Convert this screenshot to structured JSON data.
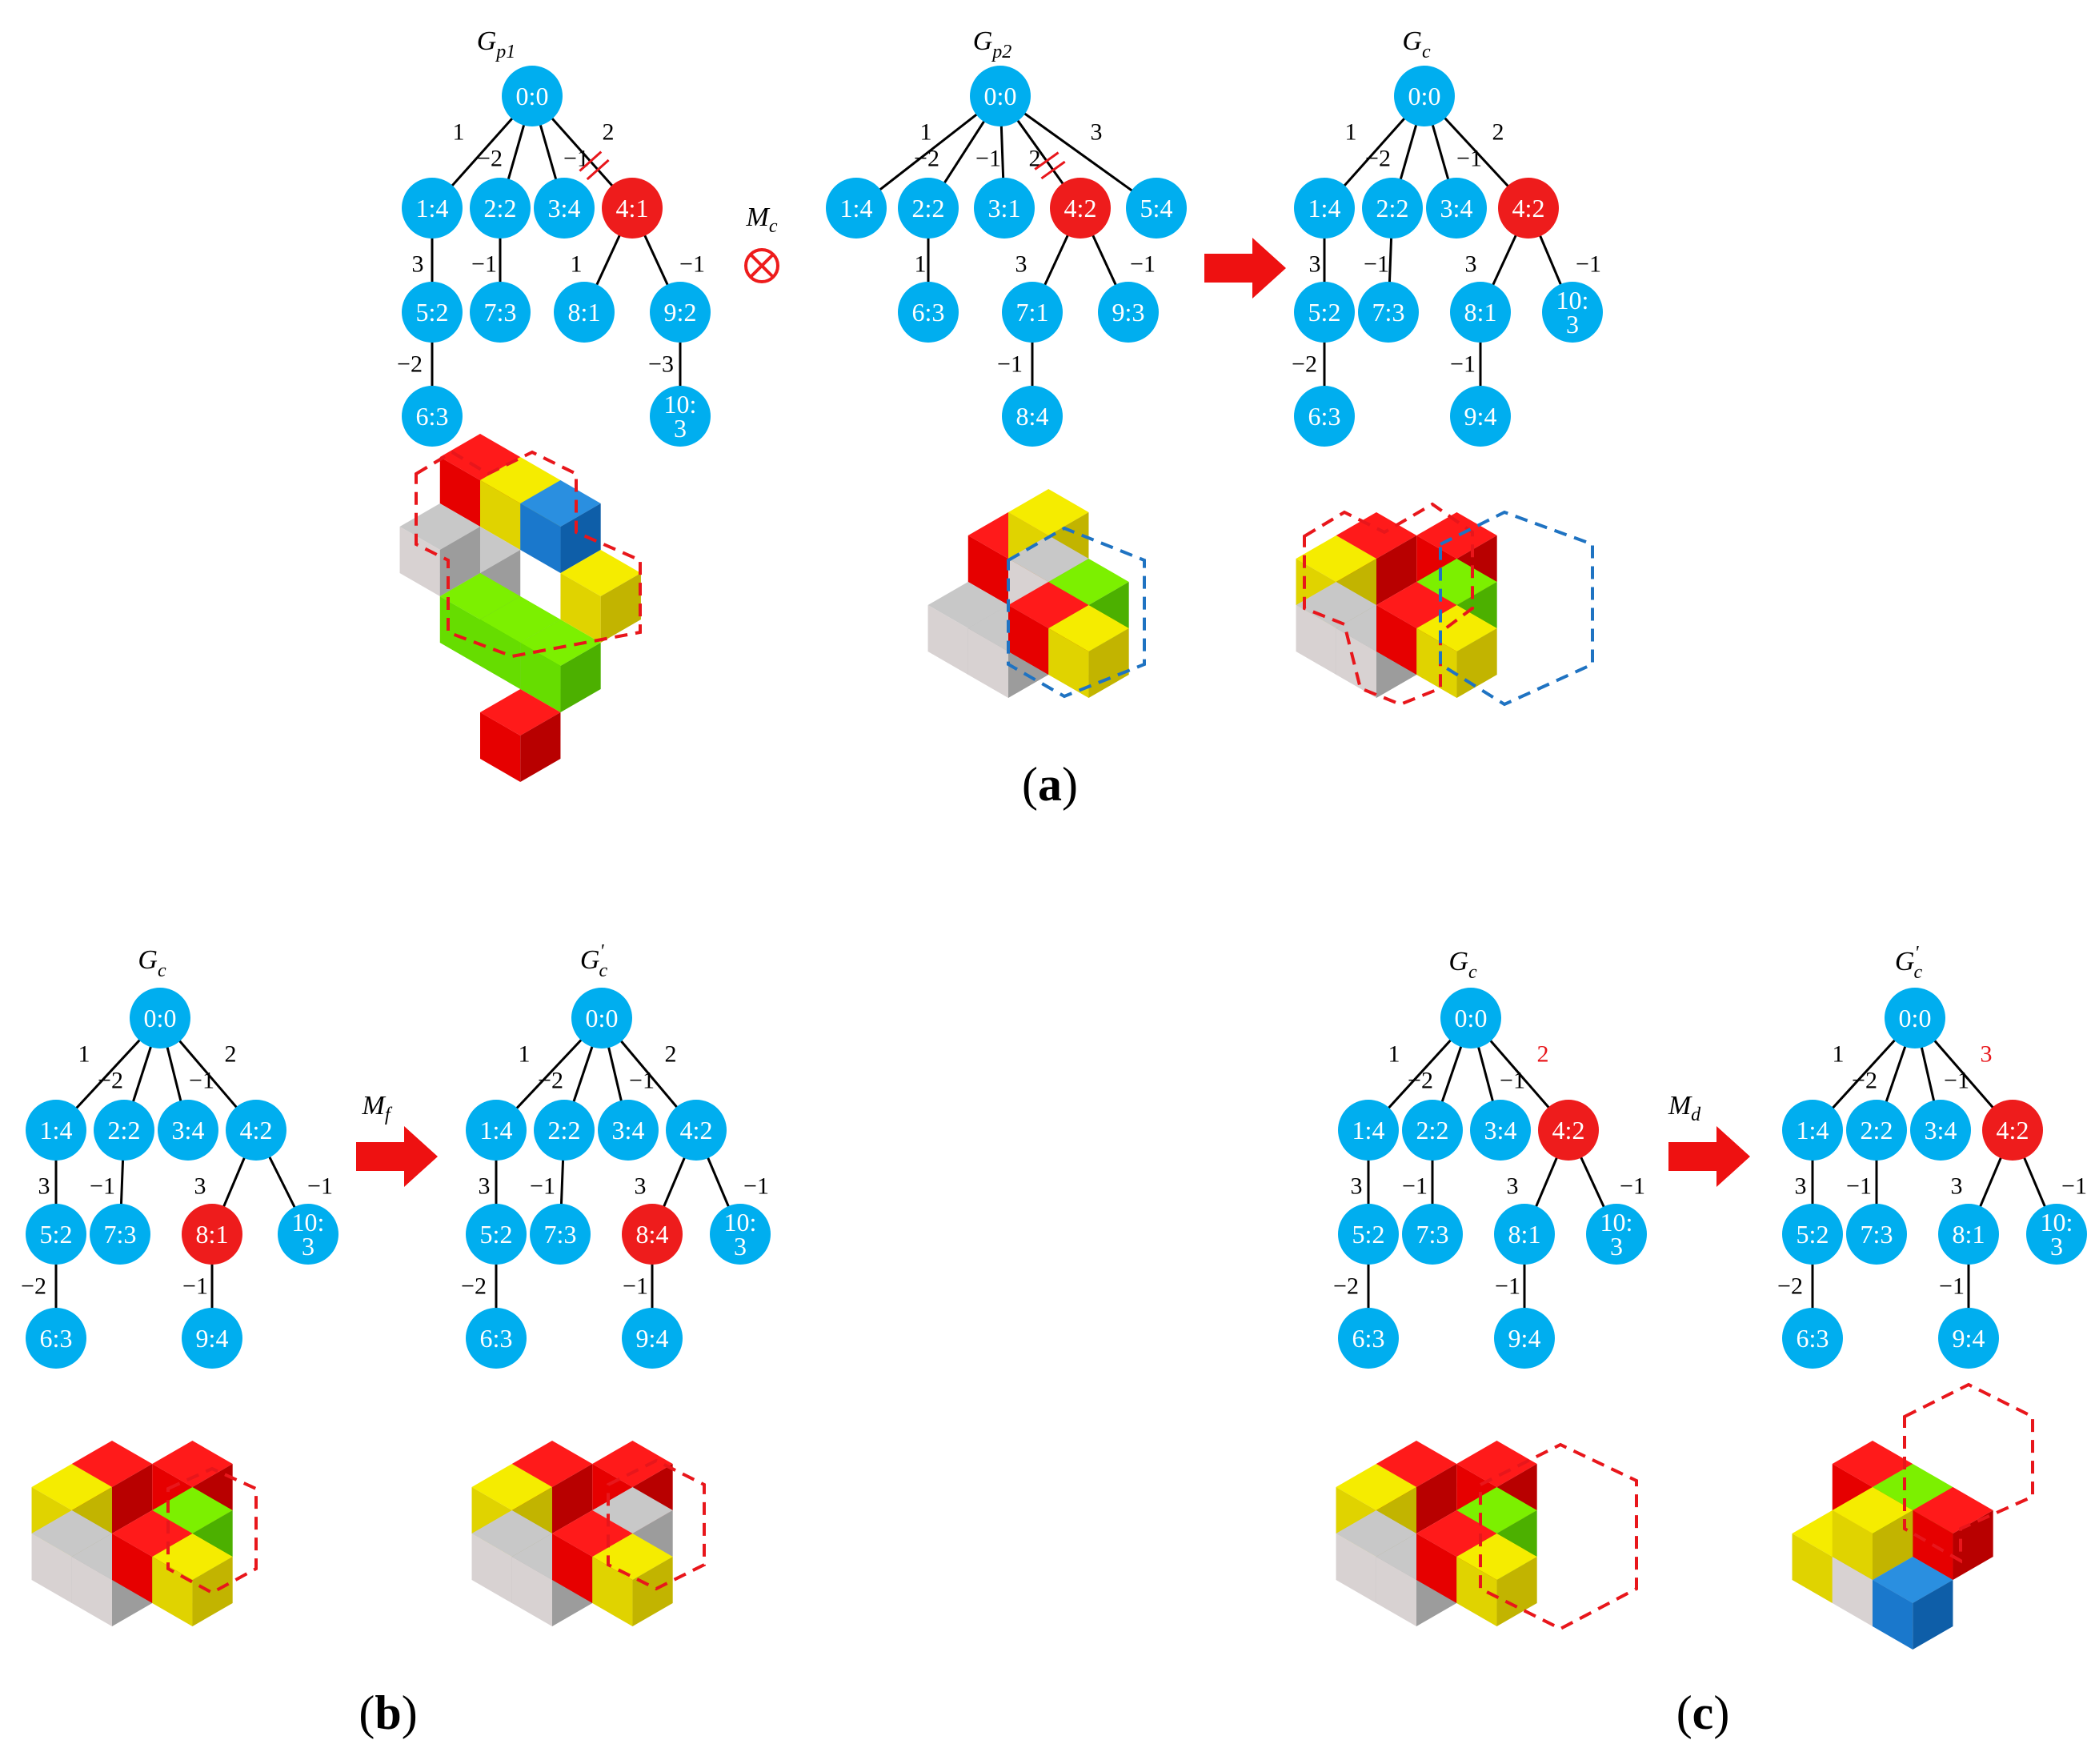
{
  "colors": {
    "node_blue": "#00aeef",
    "node_red": "#ee1c1c",
    "arrow_red": "#ee1111",
    "cube_red": [
      "#ff1a1a",
      "#e60000",
      "#b80000"
    ],
    "cube_yellow": [
      "#f5ec00",
      "#e0d300",
      "#c2b400"
    ],
    "cube_gray": [
      "#c8c8c8",
      "#d8d2d2",
      "#9c9c9c"
    ],
    "cube_green": [
      "#7cf000",
      "#66dd00",
      "#4cb000"
    ],
    "cube_blue": [
      "#2a8fe0",
      "#1a78cc",
      "#0e5ea8"
    ]
  },
  "panels": [
    {
      "label": "a"
    },
    {
      "label": "b"
    },
    {
      "label": "c"
    }
  ],
  "operators": [
    {
      "label": "M",
      "sub": "c",
      "icon": "crossover-icon"
    },
    {
      "label": "M",
      "sub": "f",
      "icon": "right-arrow-icon"
    },
    {
      "label": "M",
      "sub": "d",
      "icon": "right-arrow-icon"
    }
  ],
  "trees": [
    {
      "title": "G",
      "sub": "p1",
      "prime": "",
      "nodes": [
        {
          "id": "0",
          "label": "0:0",
          "color": "blue"
        },
        {
          "id": "1",
          "label": "1:4",
          "color": "blue"
        },
        {
          "id": "2",
          "label": "2:2",
          "color": "blue"
        },
        {
          "id": "3",
          "label": "3:4",
          "color": "blue"
        },
        {
          "id": "4",
          "label": "4:1",
          "color": "red"
        },
        {
          "id": "5",
          "label": "5:2",
          "color": "blue"
        },
        {
          "id": "7",
          "label": "7:3",
          "color": "blue"
        },
        {
          "id": "8",
          "label": "8:1",
          "color": "blue"
        },
        {
          "id": "9",
          "label": "9:2",
          "color": "blue"
        },
        {
          "id": "6",
          "label": "6:3",
          "color": "blue"
        },
        {
          "id": "10",
          "label": [
            "10:",
            "3"
          ],
          "color": "blue"
        }
      ],
      "edges": [
        {
          "from": "0",
          "to": "1",
          "label": "1"
        },
        {
          "from": "0",
          "to": "2",
          "label": "−2"
        },
        {
          "from": "0",
          "to": "3",
          "label": "−1"
        },
        {
          "from": "0",
          "to": "4",
          "label": "2",
          "cut": true
        },
        {
          "from": "1",
          "to": "5",
          "label": "3"
        },
        {
          "from": "2",
          "to": "7",
          "label": "−1"
        },
        {
          "from": "4",
          "to": "8",
          "label": "1"
        },
        {
          "from": "4",
          "to": "9",
          "label": "−1"
        },
        {
          "from": "5",
          "to": "6",
          "label": "−2"
        },
        {
          "from": "9",
          "to": "10",
          "label": "−3"
        }
      ]
    },
    {
      "title": "G",
      "sub": "p2",
      "prime": "",
      "nodes": [
        {
          "id": "0",
          "label": "0:0",
          "color": "blue"
        },
        {
          "id": "1",
          "label": "1:4",
          "color": "blue"
        },
        {
          "id": "2",
          "label": "2:2",
          "color": "blue"
        },
        {
          "id": "3",
          "label": "3:1",
          "color": "blue"
        },
        {
          "id": "4",
          "label": "4:2",
          "color": "red"
        },
        {
          "id": "5",
          "label": "5:4",
          "color": "blue"
        },
        {
          "id": "6",
          "label": "6:3",
          "color": "blue"
        },
        {
          "id": "7",
          "label": "7:1",
          "color": "blue"
        },
        {
          "id": "9",
          "label": "9:3",
          "color": "blue"
        },
        {
          "id": "8",
          "label": "8:4",
          "color": "blue"
        }
      ],
      "edges": [
        {
          "from": "0",
          "to": "1",
          "label": "1"
        },
        {
          "from": "0",
          "to": "2",
          "label": "−2"
        },
        {
          "from": "0",
          "to": "3",
          "label": "−1"
        },
        {
          "from": "0",
          "to": "4",
          "label": "2",
          "cut": true
        },
        {
          "from": "0",
          "to": "5",
          "label": "3"
        },
        {
          "from": "2",
          "to": "6",
          "label": "1"
        },
        {
          "from": "4",
          "to": "7",
          "label": "3"
        },
        {
          "from": "4",
          "to": "9",
          "label": "−1"
        },
        {
          "from": "7",
          "to": "8",
          "label": "−1"
        }
      ]
    },
    {
      "title": "G",
      "sub": "c",
      "prime": "",
      "nodes": [
        {
          "id": "0",
          "label": "0:0",
          "color": "blue"
        },
        {
          "id": "1",
          "label": "1:4",
          "color": "blue"
        },
        {
          "id": "2",
          "label": "2:2",
          "color": "blue"
        },
        {
          "id": "3",
          "label": "3:4",
          "color": "blue"
        },
        {
          "id": "4",
          "label": "4:2",
          "color": "red"
        },
        {
          "id": "5",
          "label": "5:2",
          "color": "blue"
        },
        {
          "id": "7",
          "label": "7:3",
          "color": "blue"
        },
        {
          "id": "8",
          "label": "8:1",
          "color": "blue"
        },
        {
          "id": "10",
          "label": [
            "10:",
            "3"
          ],
          "color": "blue"
        },
        {
          "id": "6",
          "label": "6:3",
          "color": "blue"
        },
        {
          "id": "9",
          "label": "9:4",
          "color": "blue"
        }
      ],
      "edges": [
        {
          "from": "0",
          "to": "1",
          "label": "1"
        },
        {
          "from": "0",
          "to": "2",
          "label": "−2"
        },
        {
          "from": "0",
          "to": "3",
          "label": "−1"
        },
        {
          "from": "0",
          "to": "4",
          "label": "2"
        },
        {
          "from": "1",
          "to": "5",
          "label": "3"
        },
        {
          "from": "2",
          "to": "7",
          "label": "−1"
        },
        {
          "from": "4",
          "to": "8",
          "label": "3"
        },
        {
          "from": "4",
          "to": "10",
          "label": "−1"
        },
        {
          "from": "5",
          "to": "6",
          "label": "−2"
        },
        {
          "from": "8",
          "to": "9",
          "label": "−1"
        }
      ]
    },
    {
      "title": "G",
      "sub": "c",
      "prime": "",
      "nodes": [
        {
          "id": "0",
          "label": "0:0",
          "color": "blue"
        },
        {
          "id": "1",
          "label": "1:4",
          "color": "blue"
        },
        {
          "id": "2",
          "label": "2:2",
          "color": "blue"
        },
        {
          "id": "3",
          "label": "3:4",
          "color": "blue"
        },
        {
          "id": "4",
          "label": "4:2",
          "color": "blue"
        },
        {
          "id": "5",
          "label": "5:2",
          "color": "blue"
        },
        {
          "id": "7",
          "label": "7:3",
          "color": "blue"
        },
        {
          "id": "8",
          "label": "8:1",
          "color": "red"
        },
        {
          "id": "10",
          "label": [
            "10:",
            "3"
          ],
          "color": "blue"
        },
        {
          "id": "6",
          "label": "6:3",
          "color": "blue"
        },
        {
          "id": "9",
          "label": "9:4",
          "color": "blue"
        }
      ],
      "edges": [
        {
          "from": "0",
          "to": "1",
          "label": "1"
        },
        {
          "from": "0",
          "to": "2",
          "label": "−2"
        },
        {
          "from": "0",
          "to": "3",
          "label": "−1"
        },
        {
          "from": "0",
          "to": "4",
          "label": "2"
        },
        {
          "from": "1",
          "to": "5",
          "label": "3"
        },
        {
          "from": "2",
          "to": "7",
          "label": "−1"
        },
        {
          "from": "4",
          "to": "8",
          "label": "3"
        },
        {
          "from": "4",
          "to": "10",
          "label": "−1"
        },
        {
          "from": "5",
          "to": "6",
          "label": "−2"
        },
        {
          "from": "8",
          "to": "9",
          "label": "−1"
        }
      ]
    },
    {
      "title": "G",
      "sub": "c",
      "prime": "'",
      "nodes": [
        {
          "id": "0",
          "label": "0:0",
          "color": "blue"
        },
        {
          "id": "1",
          "label": "1:4",
          "color": "blue"
        },
        {
          "id": "2",
          "label": "2:2",
          "color": "blue"
        },
        {
          "id": "3",
          "label": "3:4",
          "color": "blue"
        },
        {
          "id": "4",
          "label": "4:2",
          "color": "blue"
        },
        {
          "id": "5",
          "label": "5:2",
          "color": "blue"
        },
        {
          "id": "7",
          "label": "7:3",
          "color": "blue"
        },
        {
          "id": "8",
          "label": "8:4",
          "color": "red"
        },
        {
          "id": "10",
          "label": [
            "10:",
            "3"
          ],
          "color": "blue"
        },
        {
          "id": "6",
          "label": "6:3",
          "color": "blue"
        },
        {
          "id": "9",
          "label": "9:4",
          "color": "blue"
        }
      ],
      "edges": [
        {
          "from": "0",
          "to": "1",
          "label": "1"
        },
        {
          "from": "0",
          "to": "2",
          "label": "−2"
        },
        {
          "from": "0",
          "to": "3",
          "label": "−1"
        },
        {
          "from": "0",
          "to": "4",
          "label": "2"
        },
        {
          "from": "1",
          "to": "5",
          "label": "3"
        },
        {
          "from": "2",
          "to": "7",
          "label": "−1"
        },
        {
          "from": "4",
          "to": "8",
          "label": "3"
        },
        {
          "from": "4",
          "to": "10",
          "label": "−1"
        },
        {
          "from": "5",
          "to": "6",
          "label": "−2"
        },
        {
          "from": "8",
          "to": "9",
          "label": "−1"
        }
      ]
    },
    {
      "title": "G",
      "sub": "c",
      "prime": "",
      "nodes": [
        {
          "id": "0",
          "label": "0:0",
          "color": "blue"
        },
        {
          "id": "1",
          "label": "1:4",
          "color": "blue"
        },
        {
          "id": "2",
          "label": "2:2",
          "color": "blue"
        },
        {
          "id": "3",
          "label": "3:4",
          "color": "blue"
        },
        {
          "id": "4",
          "label": "4:2",
          "color": "red"
        },
        {
          "id": "5",
          "label": "5:2",
          "color": "blue"
        },
        {
          "id": "7",
          "label": "7:3",
          "color": "blue"
        },
        {
          "id": "8",
          "label": "8:1",
          "color": "blue"
        },
        {
          "id": "10",
          "label": [
            "10:",
            "3"
          ],
          "color": "blue"
        },
        {
          "id": "6",
          "label": "6:3",
          "color": "blue"
        },
        {
          "id": "9",
          "label": "9:4",
          "color": "blue"
        }
      ],
      "edges": [
        {
          "from": "0",
          "to": "1",
          "label": "1"
        },
        {
          "from": "0",
          "to": "2",
          "label": "−2"
        },
        {
          "from": "0",
          "to": "3",
          "label": "−1"
        },
        {
          "from": "0",
          "to": "4",
          "label": "2",
          "highlight": true
        },
        {
          "from": "1",
          "to": "5",
          "label": "3"
        },
        {
          "from": "2",
          "to": "7",
          "label": "−1"
        },
        {
          "from": "4",
          "to": "8",
          "label": "3"
        },
        {
          "from": "4",
          "to": "10",
          "label": "−1"
        },
        {
          "from": "5",
          "to": "6",
          "label": "−2"
        },
        {
          "from": "8",
          "to": "9",
          "label": "−1"
        }
      ]
    },
    {
      "title": "G",
      "sub": "c",
      "prime": "'",
      "nodes": [
        {
          "id": "0",
          "label": "0:0",
          "color": "blue"
        },
        {
          "id": "1",
          "label": "1:4",
          "color": "blue"
        },
        {
          "id": "2",
          "label": "2:2",
          "color": "blue"
        },
        {
          "id": "3",
          "label": "3:4",
          "color": "blue"
        },
        {
          "id": "4",
          "label": "4:2",
          "color": "red"
        },
        {
          "id": "5",
          "label": "5:2",
          "color": "blue"
        },
        {
          "id": "7",
          "label": "7:3",
          "color": "blue"
        },
        {
          "id": "8",
          "label": "8:1",
          "color": "blue"
        },
        {
          "id": "10",
          "label": [
            "10:",
            "3"
          ],
          "color": "blue"
        },
        {
          "id": "6",
          "label": "6:3",
          "color": "blue"
        },
        {
          "id": "9",
          "label": "9:4",
          "color": "blue"
        }
      ],
      "edges": [
        {
          "from": "0",
          "to": "1",
          "label": "1"
        },
        {
          "from": "0",
          "to": "2",
          "label": "−2"
        },
        {
          "from": "0",
          "to": "3",
          "label": "−1"
        },
        {
          "from": "0",
          "to": "4",
          "label": "3",
          "highlight": true
        },
        {
          "from": "1",
          "to": "5",
          "label": "3"
        },
        {
          "from": "2",
          "to": "7",
          "label": "−1"
        },
        {
          "from": "4",
          "to": "8",
          "label": "3"
        },
        {
          "from": "4",
          "to": "10",
          "label": "−1"
        },
        {
          "from": "5",
          "to": "6",
          "label": "−2"
        },
        {
          "from": "8",
          "to": "9",
          "label": "−1"
        }
      ]
    }
  ],
  "structures": [
    {
      "cubes": [
        "red",
        "yellow",
        "blue",
        "gray",
        "gray",
        "green",
        "green",
        "green",
        "yellow",
        "red"
      ]
    },
    {
      "cubes": [
        "red",
        "yellow",
        "gray",
        "gray",
        "gray",
        "green",
        "red",
        "yellow"
      ]
    },
    {
      "cubes": [
        "red",
        "red",
        "yellow",
        "gray",
        "gray",
        "green",
        "red",
        "yellow"
      ]
    },
    {
      "cubes": [
        "red",
        "red",
        "yellow",
        "gray",
        "gray",
        "green",
        "red",
        "yellow"
      ]
    },
    {
      "cubes": [
        "red",
        "red",
        "yellow",
        "gray",
        "gray",
        "gray",
        "red",
        "yellow"
      ]
    },
    {
      "cubes": [
        "red",
        "red",
        "yellow",
        "gray",
        "gray",
        "green",
        "red",
        "yellow"
      ]
    },
    {
      "cubes": [
        "red",
        "yellow",
        "gray",
        "gray",
        "green",
        "red",
        "yellow",
        "blue"
      ]
    }
  ]
}
